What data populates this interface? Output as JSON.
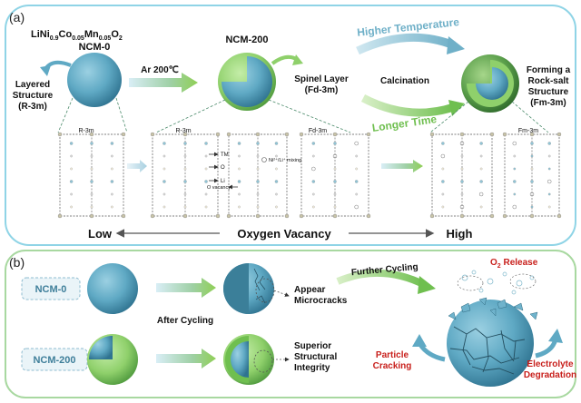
{
  "panel_a": {
    "tag": "(a)",
    "formula_parts": [
      "LiNi",
      "0.9",
      "Co",
      "0.05",
      "Mn",
      "0.05",
      "O",
      "2"
    ],
    "ncm0": "NCM-0",
    "layered": [
      "Layered",
      "Structure",
      "(R-3m)"
    ],
    "ar": "Ar 200℃",
    "ncm200": "NCM-200",
    "spinel": [
      "Spinel Layer",
      "(Fd-3m)"
    ],
    "calcination": "Calcination",
    "higher_temp": "Higher Temperature",
    "longer_time": "Longer Time",
    "rocksalt": [
      "Forming a",
      "Rock-salt",
      "Structure",
      "(Fm-3m)"
    ],
    "lattice": {
      "r3m_1": "R-3m",
      "r3m_2": "R-3m",
      "fd3m": "Fd-3m",
      "fm3m": "Fm-3m",
      "tm": "TM",
      "o": "O",
      "li": "Li",
      "ovac": "O vacancy",
      "mixing": "Ni²⁺/Li⁺ mixing"
    },
    "low": "Low",
    "oxygen_vacancy": "Oxygen Vacancy",
    "high": "High"
  },
  "panel_b": {
    "tag": "(b)",
    "ncm0": "NCM-0",
    "ncm200": "NCM-200",
    "after_cycling": "After Cycling",
    "microcracks": [
      "Appear",
      "Microcracks"
    ],
    "superior": [
      "Superior",
      "Structural",
      "Integrity"
    ],
    "further": "Further Cycling",
    "o2_release": [
      "O",
      "2",
      " Release"
    ],
    "particle": [
      "Particle",
      "Cracking"
    ],
    "electrolyte": [
      "Electrolyte",
      "Degradation"
    ]
  },
  "colors": {
    "blue_sphere": "#5fa9c4",
    "green_shell": "#8fd06b",
    "dark_green": "#4f9a4a",
    "red_text": "#c8201c",
    "panel_border": "#8fd4e6",
    "panel_b_border": "#a8d8a0"
  }
}
